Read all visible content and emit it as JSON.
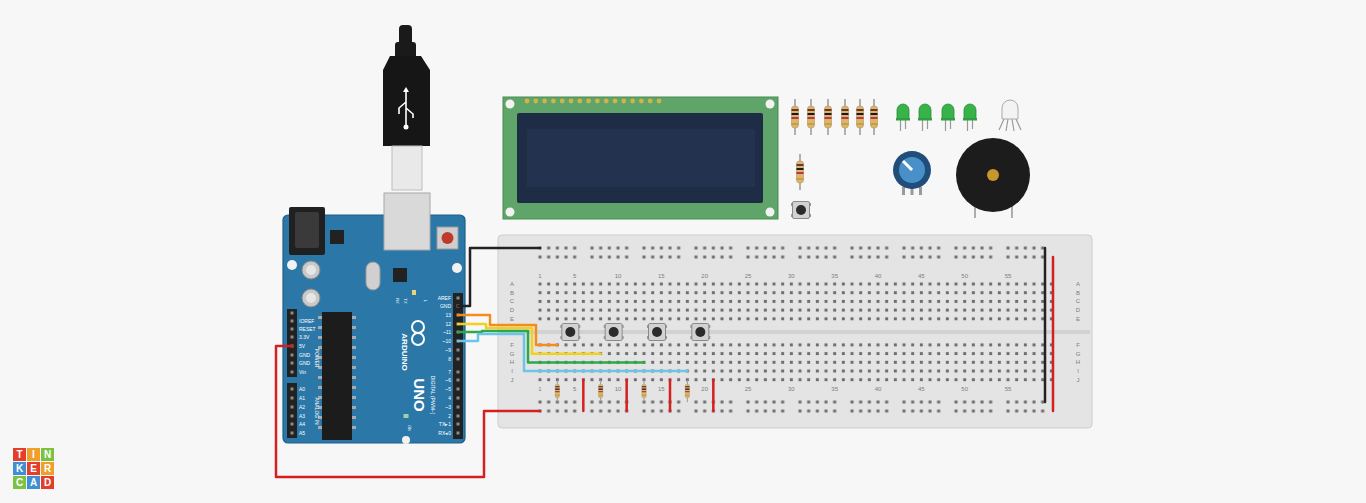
{
  "diagram": {
    "labels": [
      "AREF",
      "GND",
      "13",
      "12",
      "~11",
      "~10",
      "~9",
      "8",
      "7",
      "~6",
      "~5",
      "4",
      "~3",
      "2",
      "TX▸1",
      "RX◂0",
      "DIGITAL (PWM~)",
      "IOREF",
      "RESET",
      "3.3V",
      "5V",
      "GND",
      "GND",
      "Vin",
      "POWER",
      "A0",
      "A1",
      "A2",
      "A3",
      "A4",
      "A5",
      "ANALOG IN",
      "ARDUINO",
      "UNO",
      "RX",
      "TX",
      "L",
      "ON",
      "1",
      "5",
      "10",
      "15",
      "20",
      "25",
      "30",
      "35",
      "40",
      "45",
      "50",
      "55",
      "1",
      "5",
      "10",
      "15",
      "20",
      "25",
      "30",
      "35",
      "40",
      "45",
      "50",
      "55",
      "A",
      "B",
      "C",
      "D",
      "E",
      "F",
      "G",
      "H",
      "I",
      "J",
      "A",
      "B",
      "C",
      "D",
      "E",
      "F",
      "G",
      "H",
      "I",
      "J",
      "T",
      "I",
      "N",
      "K",
      "E",
      "R",
      "C",
      "A",
      "D"
    ]
  }
}
